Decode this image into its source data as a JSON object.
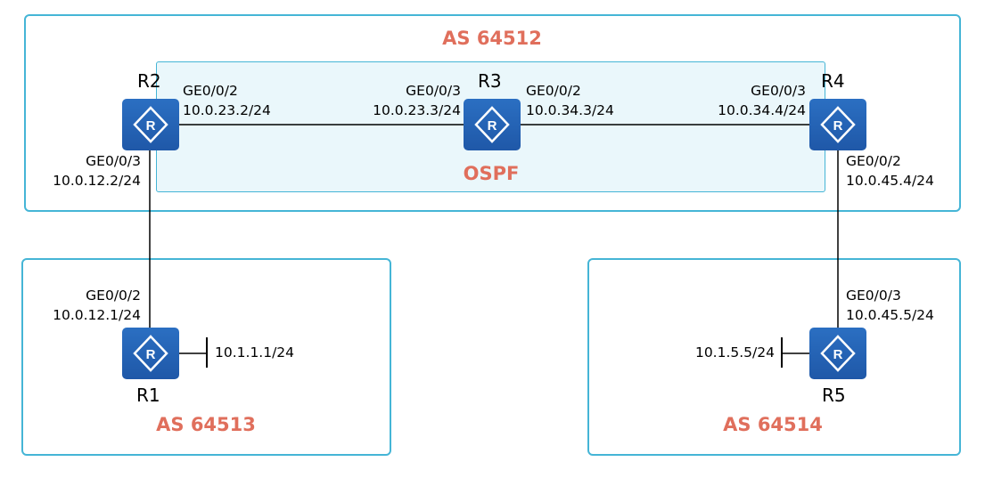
{
  "areas": {
    "as64512": "AS 64512",
    "as64513": "AS 64513",
    "as64514": "AS 64514",
    "ospf": "OSPF"
  },
  "routers": {
    "r1": "R1",
    "r2": "R2",
    "r3": "R3",
    "r4": "R4",
    "r5": "R5"
  },
  "interfaces": {
    "r2_ge002": {
      "port": "GE0/0/2",
      "ip": "10.0.23.2/24"
    },
    "r3_ge003": {
      "port": "GE0/0/3",
      "ip": "10.0.23.3/24"
    },
    "r3_ge002": {
      "port": "GE0/0/2",
      "ip": "10.0.34.3/24"
    },
    "r4_ge003": {
      "port": "GE0/0/3",
      "ip": "10.0.34.4/24"
    },
    "r2_ge003": {
      "port": "GE0/0/3",
      "ip": "10.0.12.2/24"
    },
    "r4_ge002": {
      "port": "GE0/0/2",
      "ip": "10.0.45.4/24"
    },
    "r1_ge002": {
      "port": "GE0/0/2",
      "ip": "10.0.12.1/24"
    },
    "r5_ge003": {
      "port": "GE0/0/3",
      "ip": "10.0.45.5/24"
    }
  },
  "loopbacks": {
    "r1": "10.1.1.1/24",
    "r5": "10.1.5.5/24"
  },
  "colors": {
    "box_border": "#45b5d6",
    "ospf_fill": "#eaf7fb",
    "title": "#e06f5c",
    "router": "#2066b8"
  }
}
